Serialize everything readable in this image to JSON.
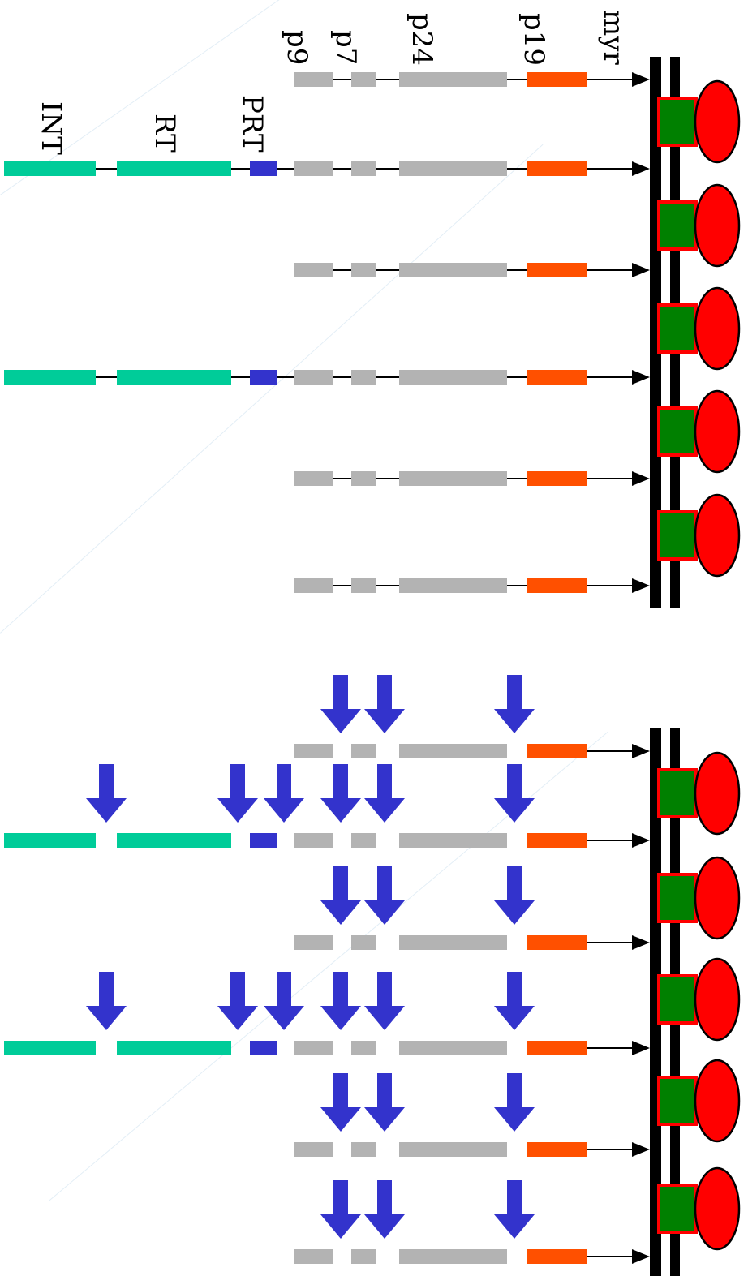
{
  "labels": {
    "myr": "myr",
    "p19": "p19",
    "p24": "p24",
    "p7": "p7",
    "p9": "p9",
    "prt": "PRT",
    "rt": "RT",
    "int": "INT"
  },
  "colors": {
    "myr_segment": "#ff5000",
    "gag_segment": "#b3b3b3",
    "protease": "#3333cc",
    "pol_segment": "#00cc99",
    "cleavage_arrow": "#3333cc",
    "membrane": "#000000",
    "receptor_square": "#008000",
    "receptor_oval": "#ff0000"
  },
  "panels": [
    {
      "state": "immature",
      "polyproteins": [
        "Gag",
        "Gag-Pol",
        "Gag",
        "Gag-Pol",
        "Gag",
        "Gag"
      ]
    },
    {
      "state": "cleaved",
      "polyproteins": [
        "Gag",
        "Gag-Pol",
        "Gag",
        "Gag-Pol",
        "Gag",
        "Gag"
      ]
    }
  ]
}
